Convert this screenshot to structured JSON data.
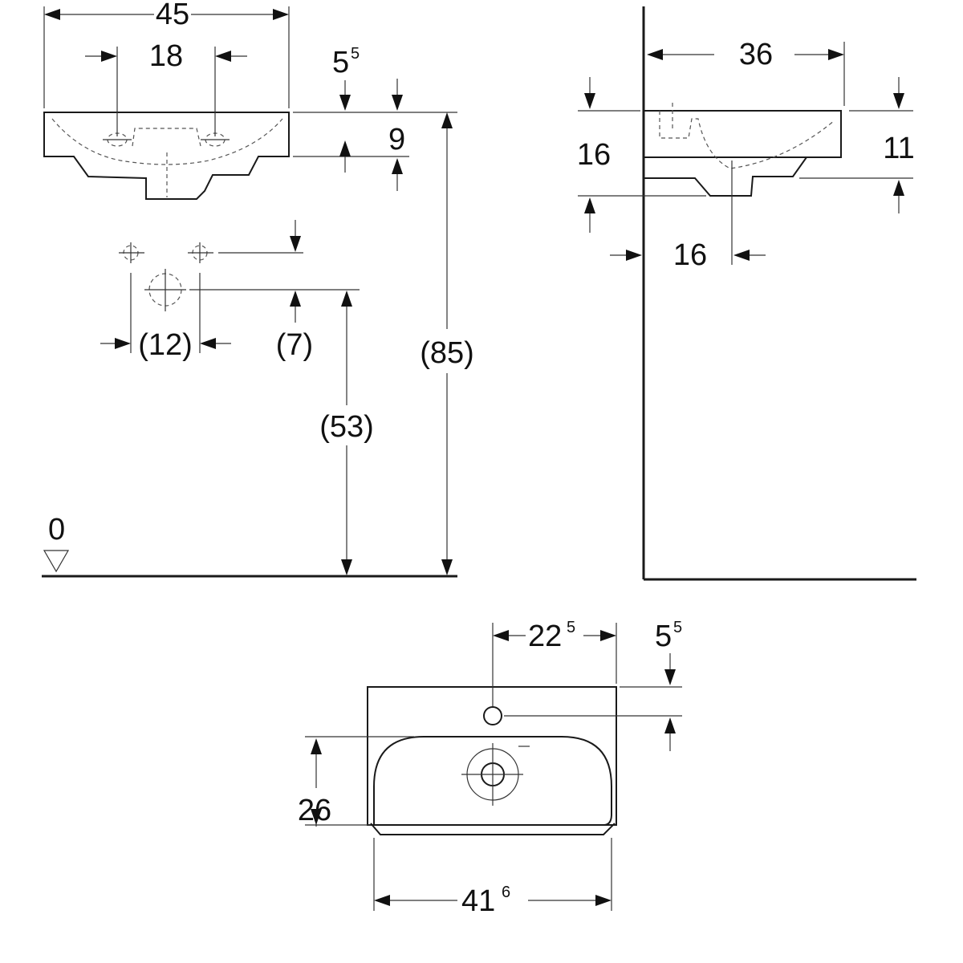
{
  "front_view": {
    "width": "45",
    "tap_hole_spacing": "18",
    "rim_to_hole_main": "5",
    "rim_to_hole_sup": "5",
    "rim_height": "9",
    "supply_spacing": "(12)",
    "supply_offset": "(7)",
    "outlet_height": "(53)",
    "rim_height_floor": "(85)",
    "floor_level": "0"
  },
  "side_view": {
    "depth": "36",
    "total_height": "16",
    "bowl_height": "11",
    "outlet_from_wall": "16"
  },
  "top_view": {
    "hole_from_side_main": "22",
    "hole_from_side_sup": "5",
    "hole_from_back_main": "5",
    "hole_from_back_sup": "5",
    "bowl_depth": "26",
    "bowl_width_main": "41",
    "bowl_width_sup": "6"
  }
}
